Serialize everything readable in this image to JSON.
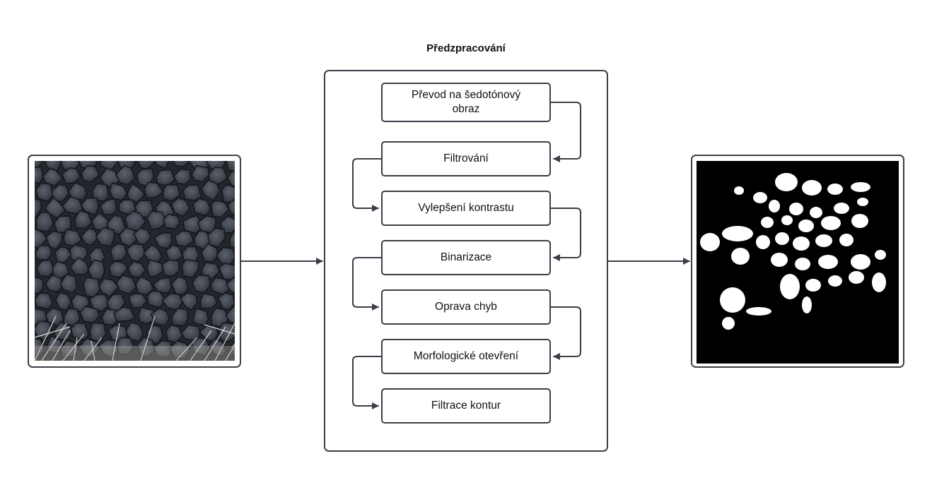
{
  "diagram": {
    "title": "Předzpracování",
    "steps": [
      {
        "label": "Převod na šedotónový obraz"
      },
      {
        "label": "Filtrování"
      },
      {
        "label": "Vylepšení kontrastu"
      },
      {
        "label": "Binarizace"
      },
      {
        "label": "Oprava chyb"
      },
      {
        "label": "Morfologické otevření"
      },
      {
        "label": "Filtrace kontur"
      }
    ],
    "colors": {
      "stroke": "#3b3f48",
      "background": "#ffffff"
    }
  }
}
